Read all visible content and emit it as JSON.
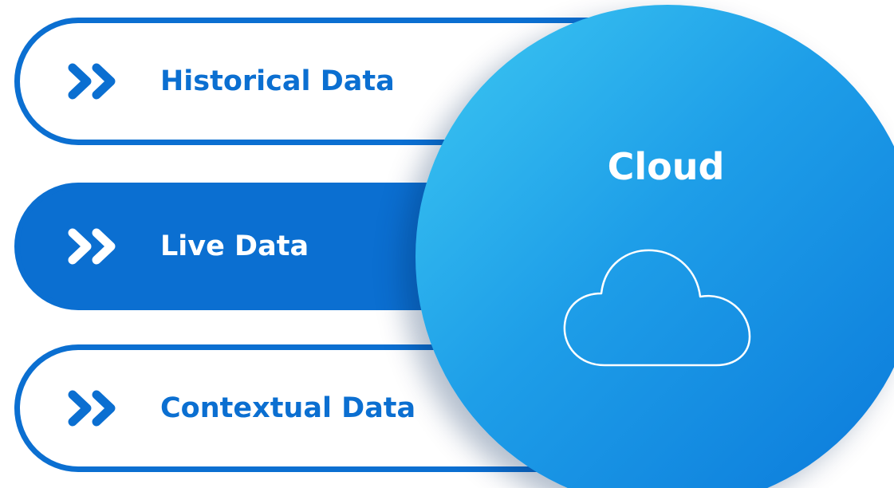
{
  "rows": [
    {
      "label": "Historical Data",
      "style": "outline",
      "icon": "double-chevron-right-icon"
    },
    {
      "label": "Live Data",
      "style": "filled",
      "icon": "double-chevron-right-icon"
    },
    {
      "label": "Contextual Data",
      "style": "outline",
      "icon": "double-chevron-right-icon"
    }
  ],
  "hub": {
    "title": "Cloud",
    "icon": "cloud-icon"
  },
  "colors": {
    "primary_blue": "#0b6fd1",
    "gradient_light": "#3dc8f2",
    "gradient_dark": "#0a78da",
    "white": "#ffffff"
  }
}
